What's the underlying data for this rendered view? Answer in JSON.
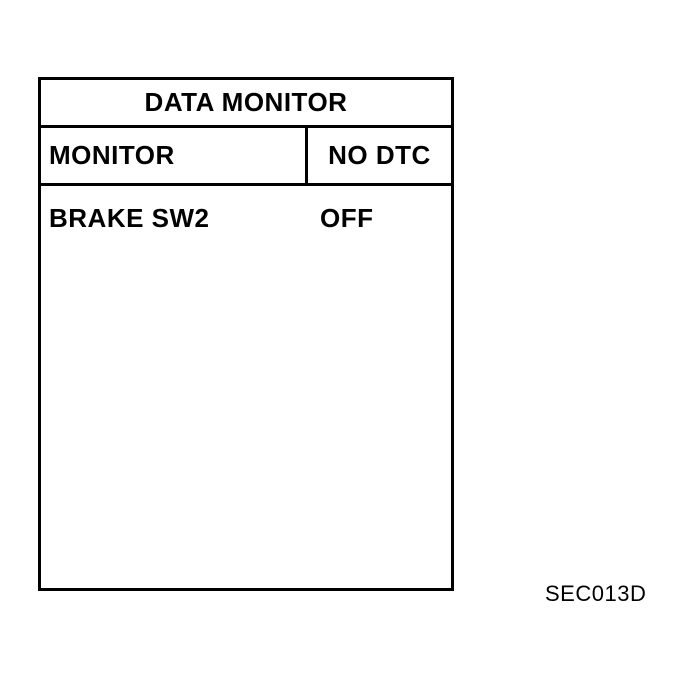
{
  "screen": {
    "title": "DATA MONITOR",
    "header": {
      "left": "MONITOR",
      "right": "NO DTC"
    },
    "rows": [
      {
        "name": "BRAKE SW2",
        "value": "OFF"
      }
    ]
  },
  "figure": {
    "code": "SEC013D"
  },
  "colors": {
    "ink": "#000000",
    "background": "#ffffff"
  }
}
